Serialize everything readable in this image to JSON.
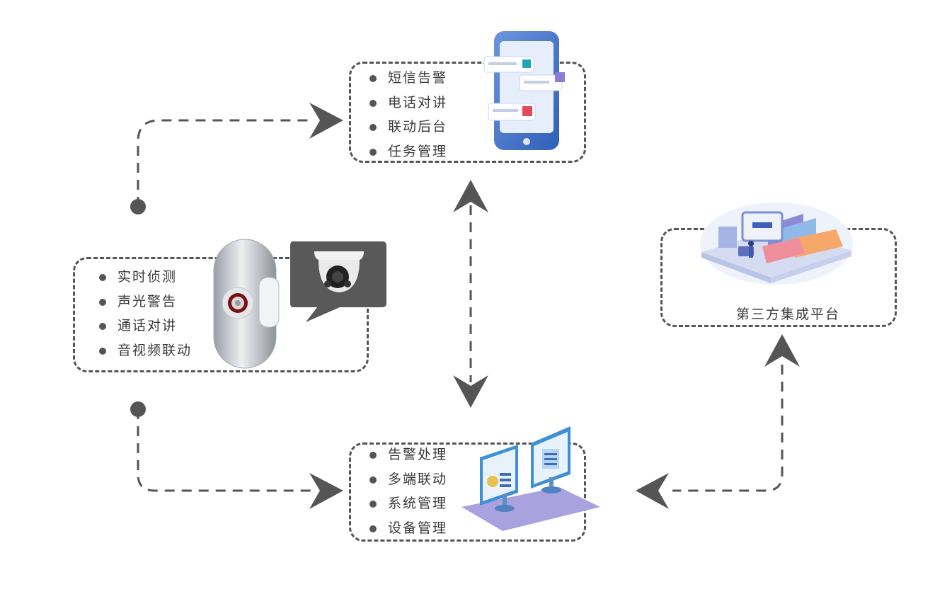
{
  "device_box": {
    "items": [
      "实时侦测",
      "声光警告",
      "通话对讲",
      "音视频联动"
    ]
  },
  "mobile_box": {
    "items": [
      "短信告警",
      "电话对讲",
      "联动后台",
      "任务管理"
    ]
  },
  "backend_box": {
    "items": [
      "告警处理",
      "多端联动",
      "系统管理",
      "设备管理"
    ]
  },
  "platform_box": {
    "label": "第三方集成平台"
  },
  "colors": {
    "line": "#555555",
    "arrow": "#555555",
    "text": "#3a3a3a",
    "phone_blue": "#4a78c8",
    "monitor_blue": "#3f8fd6",
    "platform_purple": "#9b8fd8",
    "camera_bubble": "#595959",
    "alarm_red": "#8b1a1a"
  },
  "icons": {
    "mobile": "smartphone-icon",
    "backend": "monitor-icon",
    "platform": "isometric-platform-icon",
    "device": "alarm-device-icon",
    "camera": "dome-camera-icon"
  }
}
